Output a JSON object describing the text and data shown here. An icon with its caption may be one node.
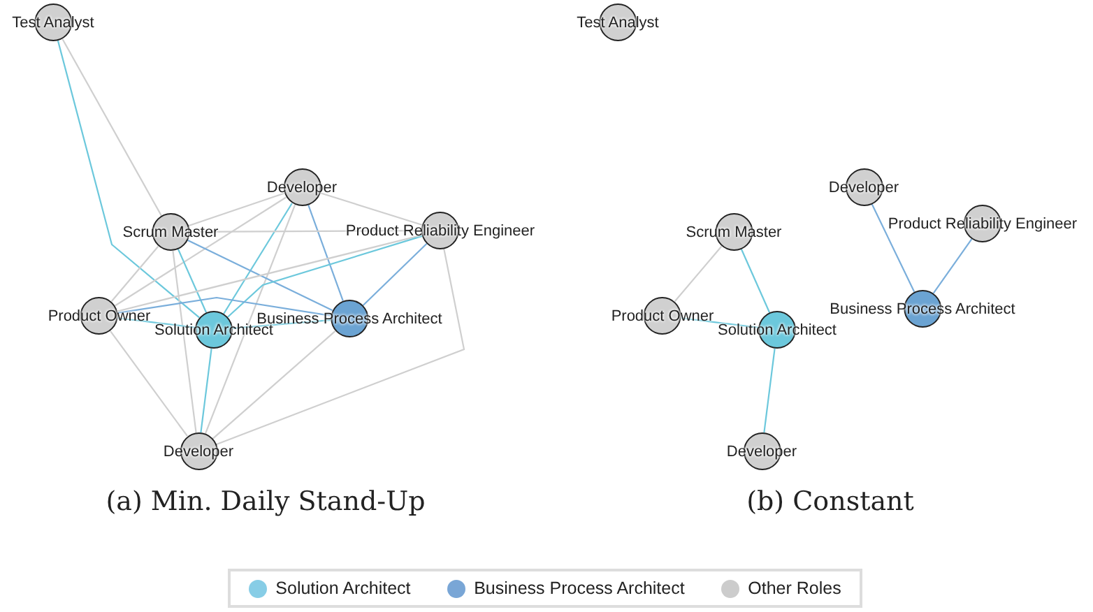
{
  "diagram": {
    "nodes": [
      {
        "text": [
          "Test Analyst"
        ]
      },
      {
        "text": [
          "Developer"
        ]
      },
      {
        "text": [
          "Scrum Master"
        ]
      },
      {
        "text": [
          "Product Reliability Engineer"
        ]
      },
      {
        "text": [
          "Product Owner"
        ]
      },
      {
        "text": [
          "Solution Architect"
        ]
      },
      {
        "text": [
          "Business Process Architect"
        ]
      },
      {
        "text": [
          "Developer"
        ]
      },
      {
        "text": [
          "Test Analyst"
        ]
      },
      {
        "text": [
          "Developer"
        ]
      },
      {
        "text": [
          "Scrum Master"
        ]
      },
      {
        "text": [
          "Product Reliability Engineer"
        ]
      },
      {
        "text": [
          "Product Owner"
        ]
      },
      {
        "text": [
          "Solution Architect"
        ]
      },
      {
        "text": [
          "Business Process Architect"
        ]
      },
      {
        "text": [
          "Developer"
        ]
      }
    ],
    "edges": [
      {
        "from": 0,
        "to": 2,
        "arrow": "none"
      },
      {
        "from": 0,
        "to": 5,
        "arrow": "none",
        "color": "#6cc8dc"
      },
      {
        "from": 1,
        "to": 2,
        "arrow": "none"
      },
      {
        "from": 1,
        "to": 3,
        "arrow": "none"
      },
      {
        "from": 1,
        "to": 5,
        "arrow": "none",
        "color": "#6cc8dc"
      },
      {
        "from": 1,
        "to": 6,
        "arrow": "none",
        "color": "#7aaedb"
      },
      {
        "from": 1,
        "to": 4,
        "arrow": "none"
      },
      {
        "from": 1,
        "to": 7,
        "arrow": "none"
      },
      {
        "from": 2,
        "to": 3,
        "arrow": "none"
      },
      {
        "from": 2,
        "to": 6,
        "arrow": "none",
        "color": "#7aaedb"
      },
      {
        "from": 2,
        "to": 5,
        "arrow": "none",
        "color": "#6cc8dc"
      },
      {
        "from": 2,
        "to": 4,
        "arrow": "none"
      },
      {
        "from": 2,
        "to": 7,
        "arrow": "none"
      },
      {
        "from": 3,
        "to": 4,
        "arrow": "none"
      },
      {
        "from": 3,
        "to": 5,
        "arrow": "none",
        "color": "#6cc8dc"
      },
      {
        "from": 3,
        "to": 6,
        "arrow": "none",
        "color": "#7aaedb"
      },
      {
        "from": 3,
        "to": 7,
        "arrow": "none"
      },
      {
        "from": 4,
        "to": 5,
        "arrow": "none",
        "color": "#6cc8dc"
      },
      {
        "from": 4,
        "to": 6,
        "arrow": "none",
        "color": "#7aaedb"
      },
      {
        "from": 4,
        "to": 7,
        "arrow": "none"
      },
      {
        "from": 5,
        "to": 6,
        "arrow": "none",
        "color": "#6cc8dc"
      },
      {
        "from": 5,
        "to": 7,
        "arrow": "none",
        "color": "#6cc8dc"
      },
      {
        "from": 6,
        "to": 7,
        "arrow": "none"
      },
      {
        "from": 10,
        "to": 12,
        "arrow": "none"
      },
      {
        "from": 10,
        "to": 13,
        "arrow": "none",
        "color": "#6cc8dc"
      },
      {
        "from": 12,
        "to": 13,
        "arrow": "none",
        "color": "#6cc8dc"
      },
      {
        "from": 13,
        "to": 15,
        "arrow": "none",
        "color": "#6cc8dc"
      },
      {
        "from": 9,
        "to": 14,
        "arrow": "none",
        "color": "#7aaedb"
      },
      {
        "from": 11,
        "to": 14,
        "arrow": "none",
        "color": "#7aaedb"
      }
    ],
    "labels": [
      "(a) Min. Daily Stand-Up",
      "(b) Constant"
    ],
    "legend": [
      {
        "text": "Solution Architect",
        "color": "#87cde6"
      },
      {
        "text": "Business Process Architect",
        "color": "#79a6d6"
      },
      {
        "text": "Other Roles",
        "color": "#cccccc"
      }
    ]
  }
}
